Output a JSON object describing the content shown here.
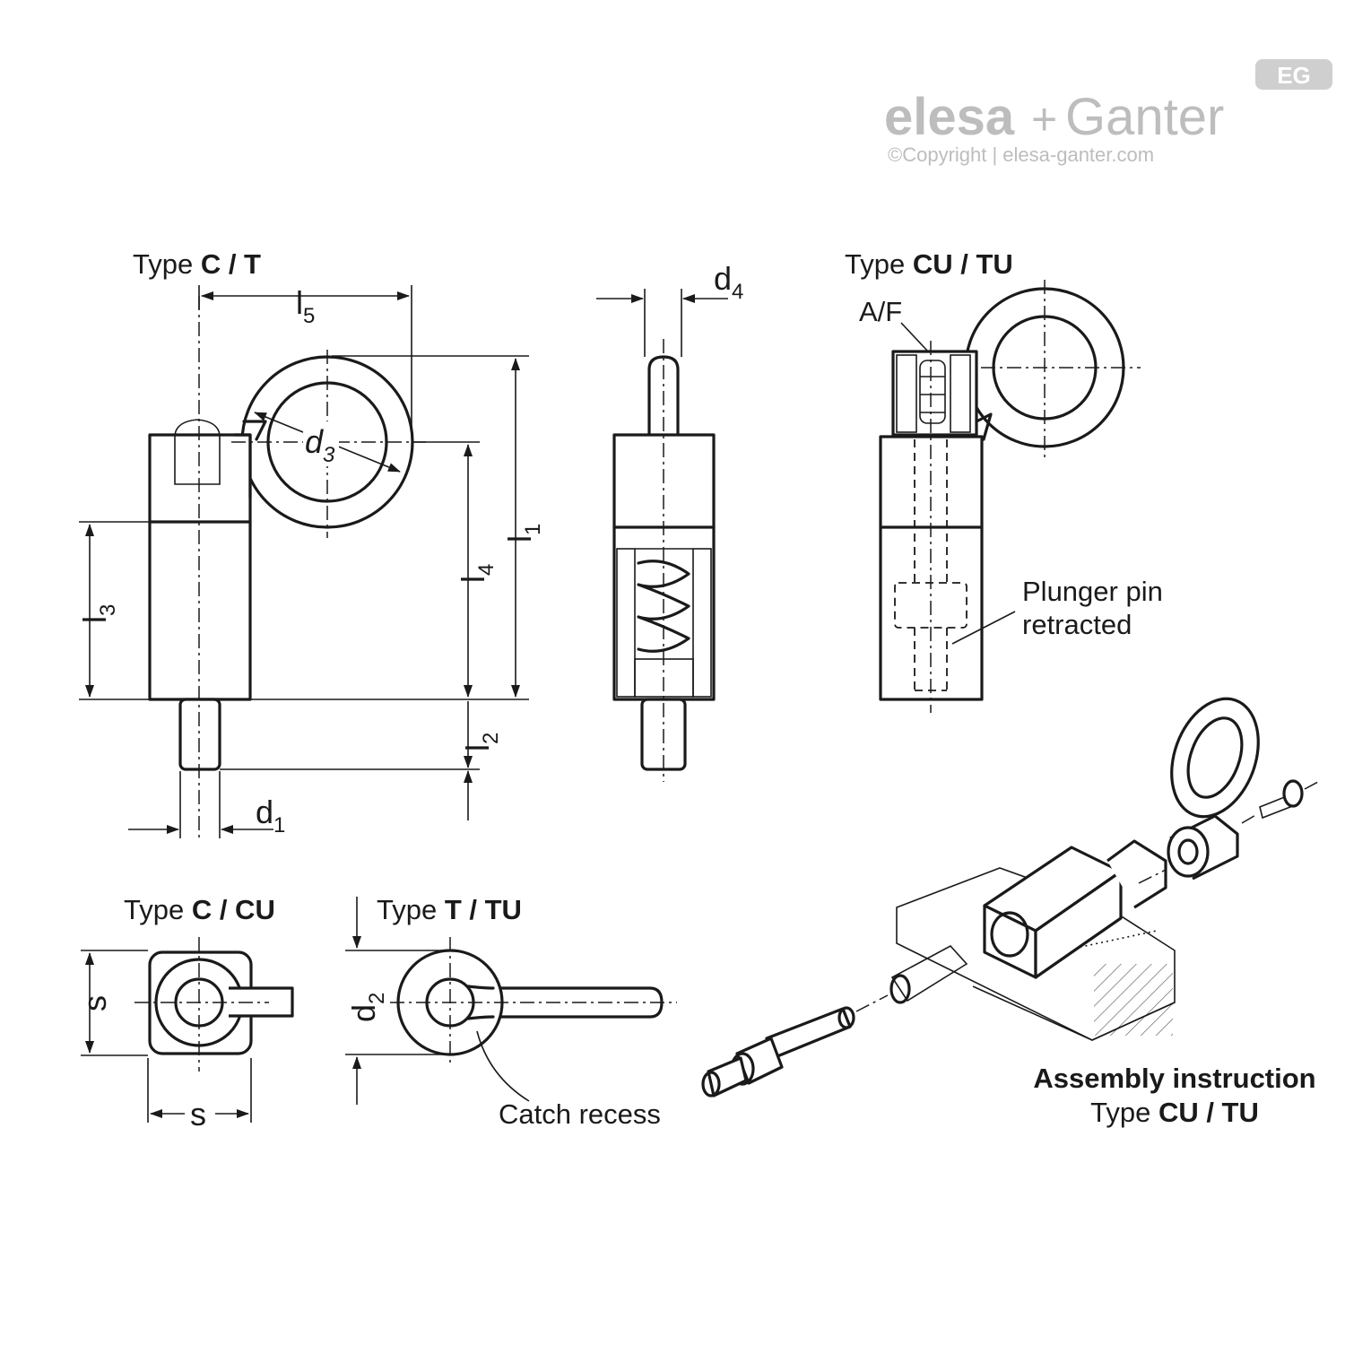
{
  "brand": {
    "name_part1": "elesa",
    "plus": "+",
    "name_part2": "Ganter",
    "copyright": "©Copyright | elesa-ganter.com",
    "badge": "EG"
  },
  "views": {
    "type_ct": {
      "prefix": "Type ",
      "bold": "C / T"
    },
    "type_cutu": {
      "prefix": "Type ",
      "bold": "CU / TU"
    },
    "type_ccu": {
      "prefix": "Type ",
      "bold": "C / CU"
    },
    "type_ttu": {
      "prefix": "Type ",
      "bold": "T / TU"
    }
  },
  "dimensions": {
    "l5": {
      "base": "l",
      "sub": "5"
    },
    "d3": {
      "base": "d",
      "sub": "3"
    },
    "l1": {
      "base": "l",
      "sub": "1"
    },
    "l4": {
      "base": "l",
      "sub": "4"
    },
    "l3": {
      "base": "l",
      "sub": "3"
    },
    "l2": {
      "base": "l",
      "sub": "2"
    },
    "d1": {
      "base": "d",
      "sub": "1"
    },
    "d4": {
      "base": "d",
      "sub": "4"
    },
    "d2": {
      "base": "d",
      "sub": "2"
    },
    "s_side": "s",
    "s_bottom": "s",
    "af": "A/F"
  },
  "notes": {
    "plunger_line1": "Plunger pin",
    "plunger_line2": "retracted",
    "catch_recess": "Catch recess",
    "assembly_line1": "Assembly instruction",
    "assembly_line2_prefix": "Type ",
    "assembly_line2_bold": "CU / TU"
  },
  "colors": {
    "line": "#1a1a1a",
    "logo_gray": "#bdbdbd",
    "background": "#ffffff"
  }
}
